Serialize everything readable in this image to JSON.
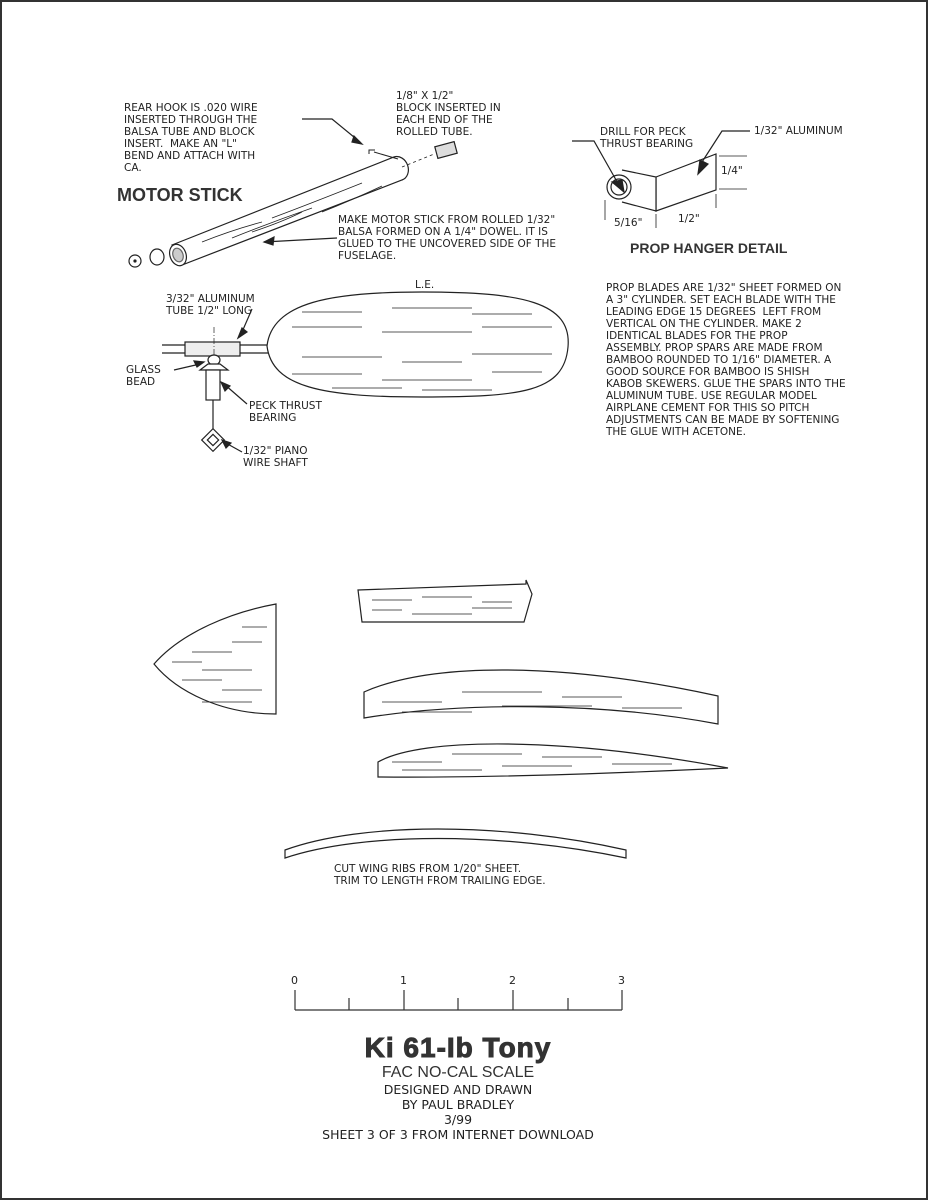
{
  "motor_stick": {
    "title": "MOTOR STICK",
    "rear_hook_note": "REAR HOOK IS .020 WIRE\nINSERTED THROUGH THE\nBALSA TUBE AND BLOCK\nINSERT.  MAKE AN \"L\"\nBEND AND ATTACH WITH\nCA.",
    "block_note": "1/8\" X 1/2\"\nBLOCK INSERTED IN\nEACH END OF THE\nROLLED TUBE.",
    "make_note": "MAKE MOTOR STICK FROM ROLLED 1/32\"\nBALSA FORMED ON A 1/4\" DOWEL. IT IS\nGLUED TO THE UNCOVERED SIDE OF THE\nFUSELAGE."
  },
  "prop_assembly": {
    "le_label": "L.E.",
    "tube_label": "3/32\" ALUMINUM\nTUBE 1/2\" LONG",
    "bead_label": "GLASS\nBEAD",
    "bearing_label": "PECK THRUST\nBEARING",
    "shaft_label": "1/32\" PIANO\nWIRE SHAFT"
  },
  "prop_hanger": {
    "title": "PROP HANGER DETAIL",
    "drill_label": "DRILL FOR PECK\nTHRUST BEARING",
    "material_label": "1/32\" ALUMINUM",
    "dim_height": "1/4\"",
    "dim_radius": "5/16\"",
    "dim_length": "1/2\""
  },
  "prop_note": "PROP BLADES ARE 1/32\" SHEET FORMED ON\nA 3\" CYLINDER. SET EACH BLADE WITH THE\nLEADING EDGE 15 DEGREES  LEFT FROM\nVERTICAL ON THE CYLINDER. MAKE 2\nIDENTICAL BLADES FOR THE PROP\nASSEMBLY. PROP SPARS ARE MADE FROM\nBAMBOO ROUNDED TO 1/16\" DIAMETER. A\nGOOD SOURCE FOR BAMBOO IS SHISH\nKABOB SKEWERS. GLUE THE SPARS INTO THE\nALUMINUM TUBE. USE REGULAR MODEL\nAIRPLANE CEMENT FOR THIS SO PITCH\nADJUSTMENTS CAN BE MADE BY SOFTENING\nTHE GLUE WITH ACETONE.",
  "rib_note": "CUT WING RIBS FROM 1/20\" SHEET.\nTRIM TO LENGTH FROM TRAILING EDGE.",
  "scale_bar": {
    "labels": [
      "0",
      "1",
      "2",
      "3"
    ]
  },
  "title_block": {
    "title": "Ki 61-Ib Tony",
    "subtitle": "FAC NO-CAL SCALE",
    "line1": "DESIGNED AND DRAWN",
    "line2": "BY PAUL BRADLEY",
    "date": "3/99",
    "sheet": "SHEET 3 OF 3 FROM INTERNET DOWNLOAD"
  },
  "colors": {
    "ink": "#222222",
    "border": "#333333"
  }
}
